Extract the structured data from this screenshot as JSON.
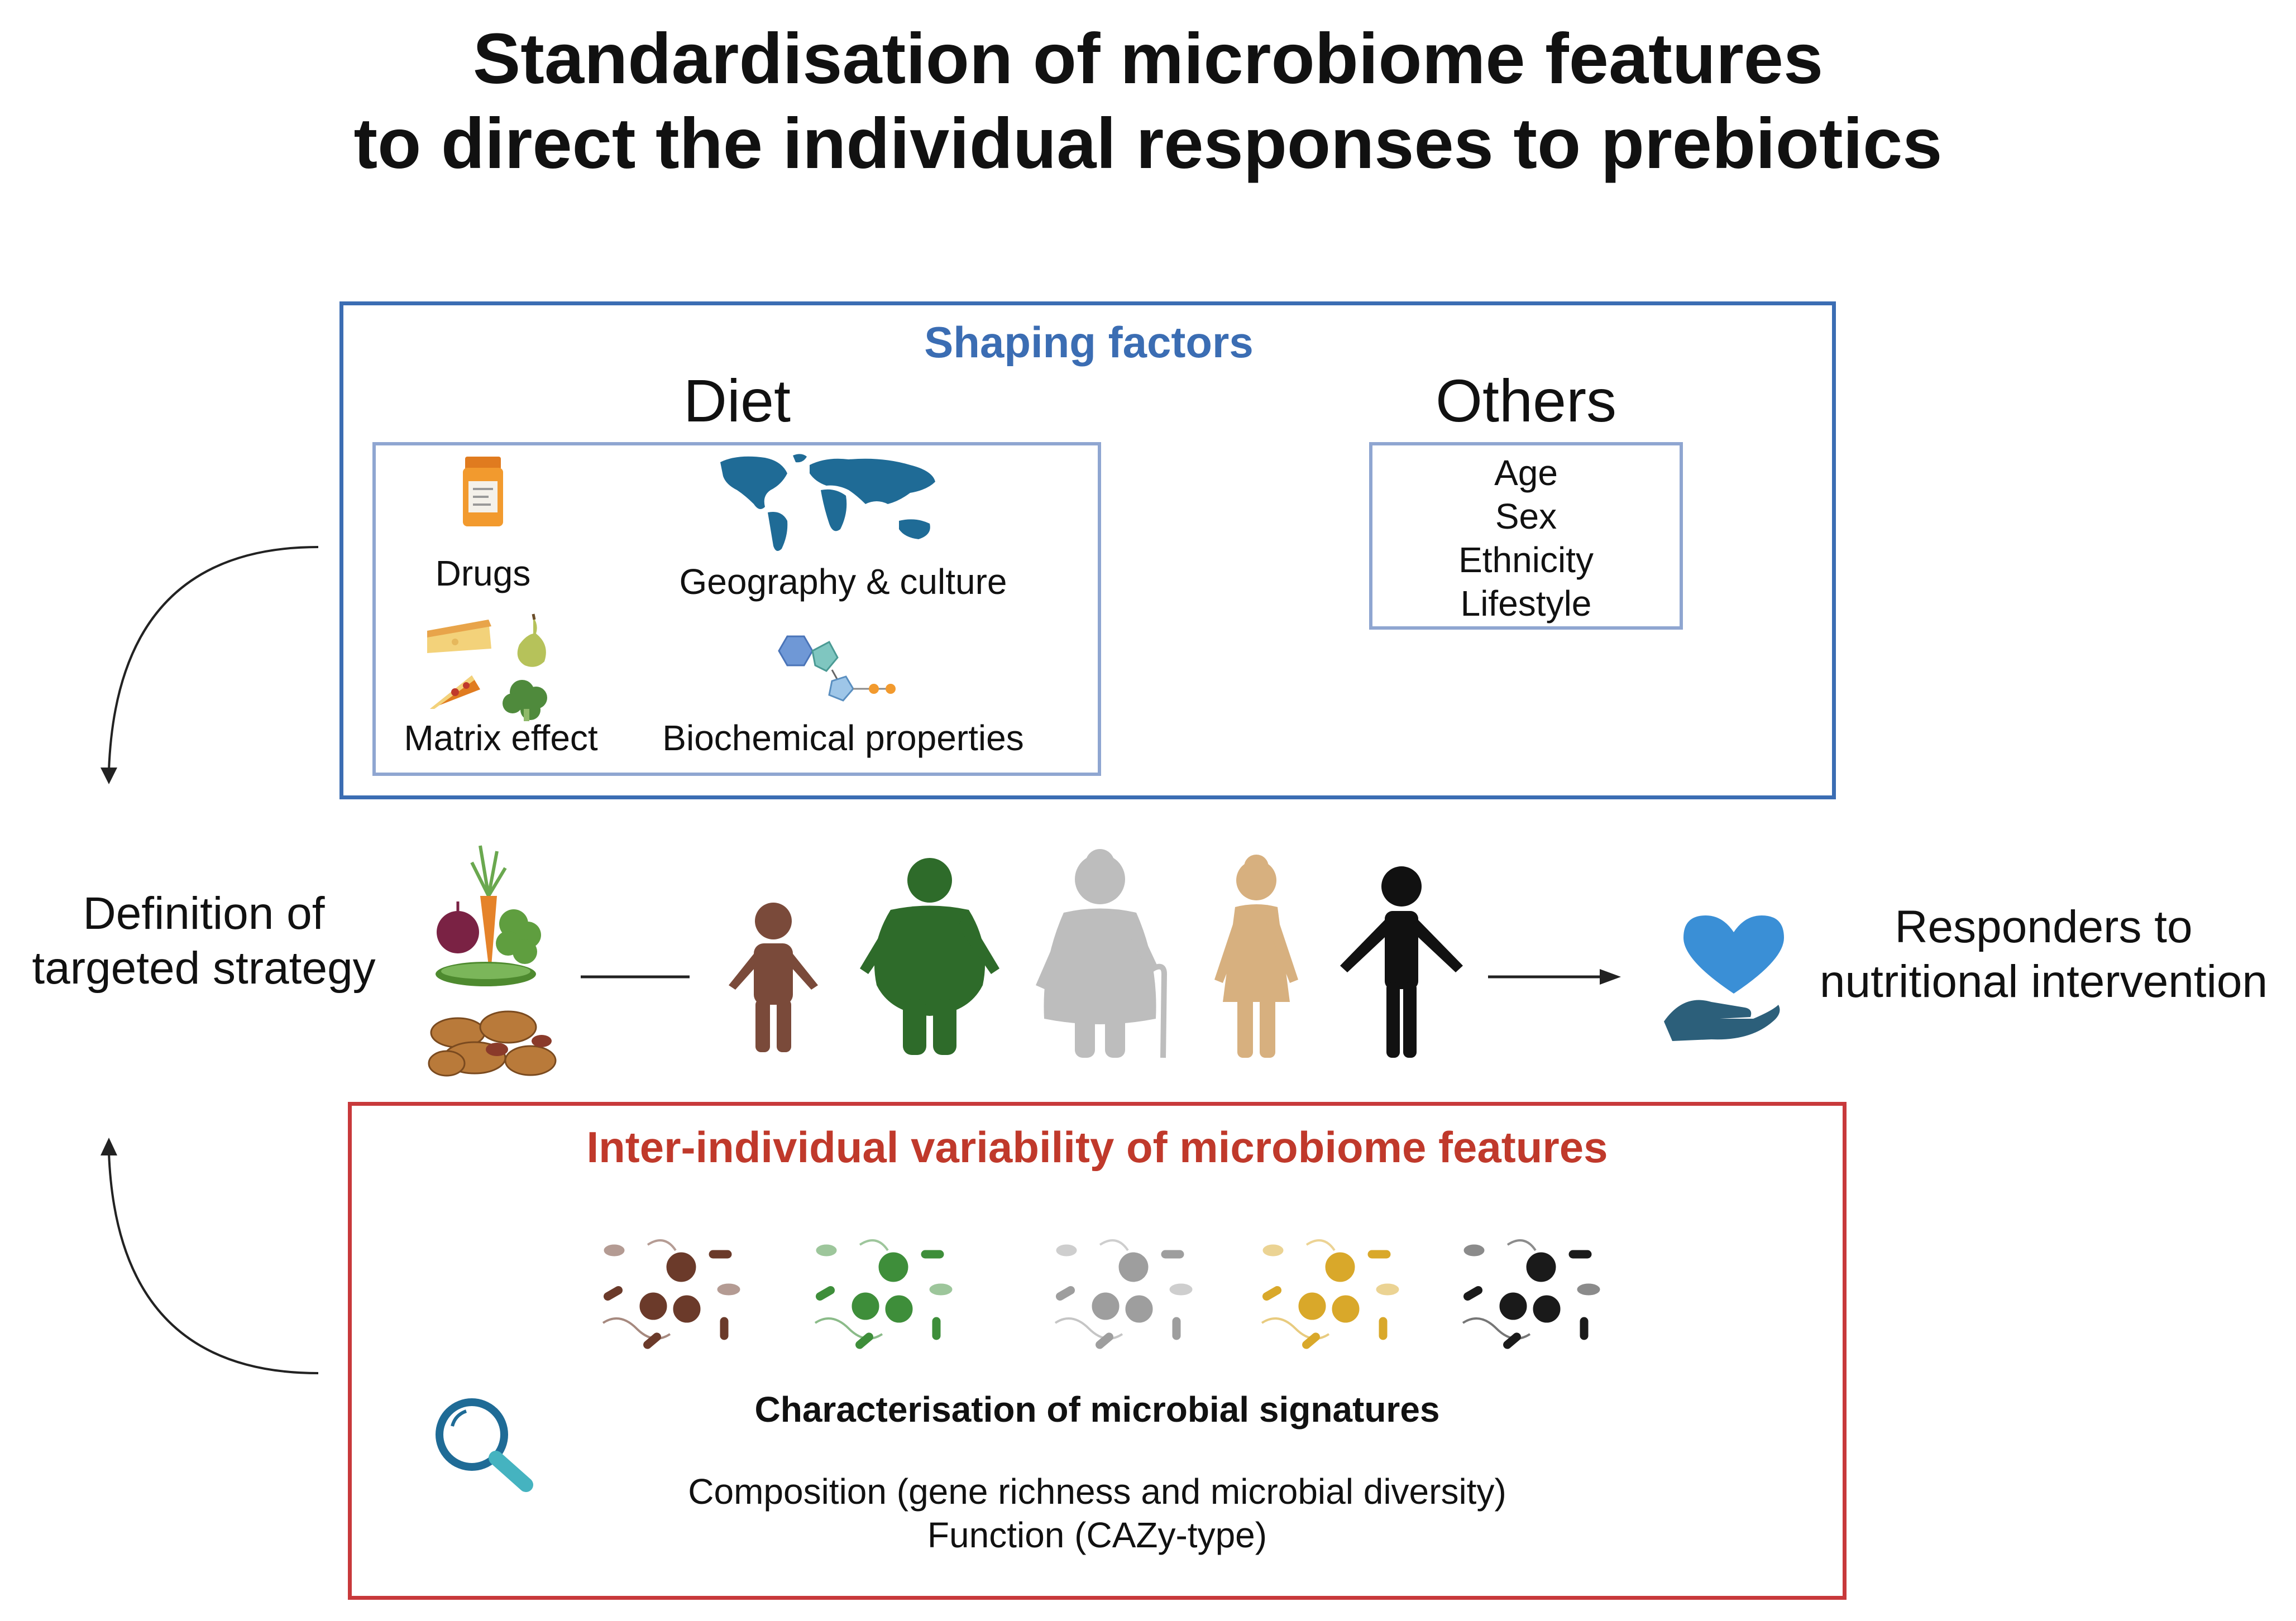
{
  "title": {
    "line1": "Standardisation of microbiome features",
    "line2": "to direct the individual responses to prebiotics"
  },
  "shaping": {
    "heading": "Shaping factors",
    "diet": {
      "heading": "Diet",
      "items": {
        "drugs": "Drugs",
        "geography": "Geography & culture",
        "matrix": "Matrix effect",
        "biochemical": "Biochemical properties"
      }
    },
    "others": {
      "heading": "Others",
      "items": [
        "Age",
        "Sex",
        "Ethnicity",
        "Lifestyle"
      ]
    }
  },
  "left_label": {
    "line1": "Definition of",
    "line2": "targeted strategy"
  },
  "right_label": {
    "line1": "Responders to",
    "line2": "nutritional intervention"
  },
  "people": [
    {
      "icon": "child-figure-icon",
      "color": "#7a4a3a"
    },
    {
      "icon": "obese-adult-figure-icon",
      "color": "#2e6b2a"
    },
    {
      "icon": "elderly-woman-figure-icon",
      "color": "#bdbdbd"
    },
    {
      "icon": "woman-figure-icon",
      "color": "#d7b07f"
    },
    {
      "icon": "adult-figure-icon",
      "color": "#111111"
    }
  ],
  "variability": {
    "heading": "Inter-individual variability of microbiome features",
    "clusters": [
      {
        "icon": "microbes-cluster-icon",
        "color": "#6b3a2a"
      },
      {
        "icon": "microbes-cluster-icon",
        "color": "#3e8e3a"
      },
      {
        "icon": "microbes-cluster-icon",
        "color": "#9e9e9e"
      },
      {
        "icon": "microbes-cluster-icon",
        "color": "#d9a82a"
      },
      {
        "icon": "microbes-cluster-icon",
        "color": "#1a1a1a"
      }
    ],
    "characterisation": "Characterisation of microbial signatures",
    "composition": "Composition (gene richness and microbial diversity)",
    "function": "Function (CAZy-type)"
  },
  "colors": {
    "blue_frame": "#3b6db3",
    "red_frame": "#c8393b",
    "inner_frame": "#8fa6d1",
    "heart": "#3a8fd6",
    "hand": "#2c5f7a"
  }
}
